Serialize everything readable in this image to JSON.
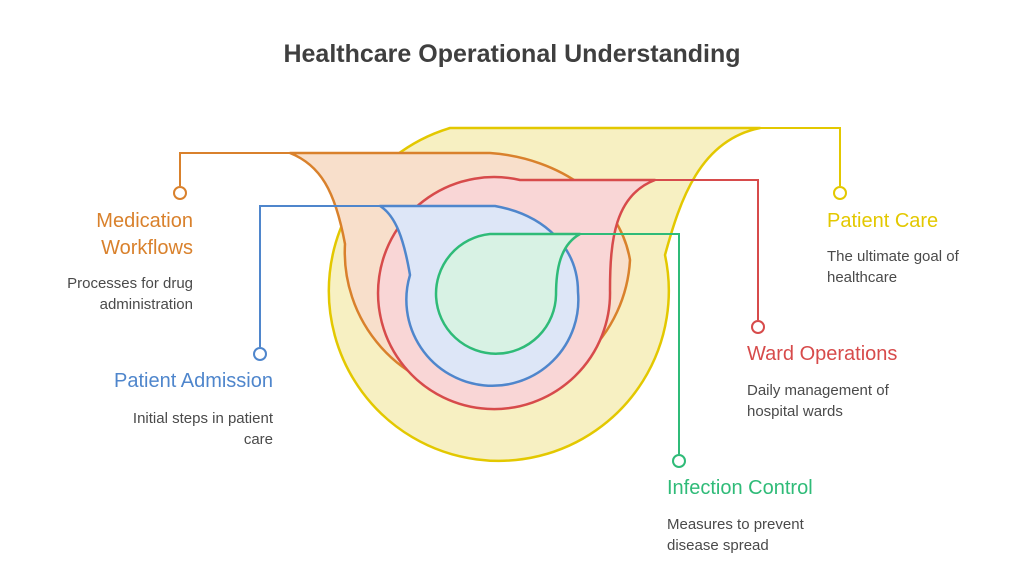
{
  "title": "Healthcare Operational Understanding",
  "colors": {
    "patient_care": "#e3c800",
    "medication": "#d9812c",
    "ward": "#d74b4b",
    "admission": "#4f86cc",
    "infection": "#2fbb78"
  },
  "items": {
    "medication": {
      "label_line1": "Medication",
      "label_line2": "Workflows",
      "desc_line1": "Processes for drug",
      "desc_line2": "administration"
    },
    "admission": {
      "label": "Patient Admission",
      "desc_line1": "Initial steps in patient",
      "desc_line2": "care"
    },
    "patient_care": {
      "label": "Patient Care",
      "desc_line1": "The ultimate goal of",
      "desc_line2": "healthcare"
    },
    "ward": {
      "label": "Ward Operations",
      "desc_line1": "Daily management of",
      "desc_line2": "hospital wards"
    },
    "infection": {
      "label": "Infection Control",
      "desc_line1": "Measures to prevent",
      "desc_line2": "disease spread"
    }
  }
}
